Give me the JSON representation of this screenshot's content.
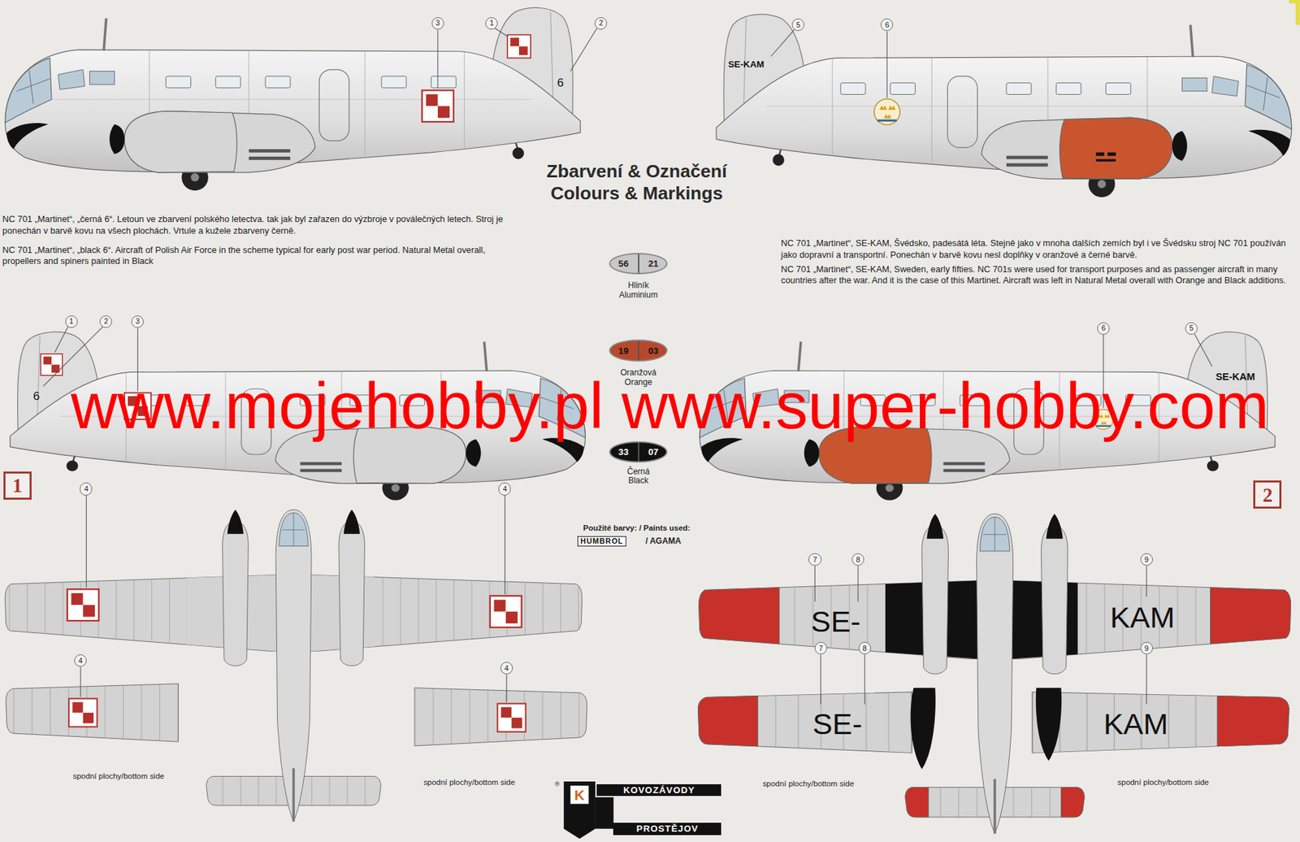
{
  "diagram": {
    "title": "Zbarvení & Označení",
    "labels": [
      "3",
      "1",
      "2",
      "5",
      "6",
      "6",
      "SE-KAM",
      "Colours & Markings",
      "NC 701 „Martinet“, „černá 6“. Letoun ve zbarvení polského letectva. tak jak byl zařazen do výzbroje v poválečných letech. Stroj je ponechán v barvě kovu na všech plochách. Vrtule a kužele zbarveny černě.",
      "NC 701 „Martinet“, „black 6“. Aircraft of Polish Air Force in the scheme typical for early post war period. Natural Metal overall, propellers and spiners painted in Black",
      "NC 701 „Martinet“, SE-KAM, Švédsko, padesátá léta. Stejně jako v mnoha dalších zemích byl i ve Švédsku stroj NC 701 používán jako dopravní a transportní. Ponechán v barvě kovu nesl doplňky v oranžové a černé barvě.",
      "NC 701 „Martinet“, SE-KAM, Sweden, early fifties. NC 701s were used for transport purposes and as passenger aircraft in many countries after the war. And it is the case of this Martinet. Aircraft was left in Natural Metal overall with Orange and Black additions.",
      "56",
      "21",
      "19",
      "03",
      "33",
      "07",
      "1",
      "2",
      "3",
      "6",
      "6",
      "5",
      "SE-KAM",
      "www.mojehobby.pl www.super-hobby.com",
      "1",
      "2",
      "Použité barvy: / Paints used:",
      "HUMBROL",
      "/ AGAMA",
      "4",
      "4",
      "4",
      "4",
      "7",
      "8",
      "9",
      "SE-",
      "KAM",
      "7",
      "8",
      "9",
      "SE-",
      "KAM",
      "spodní plochy/bottom side",
      "spodní plochy/bottom side",
      "spodní plochy/bottom side",
      "spodní plochy/bottom side",
      "®",
      "K",
      "KOVOZÁVODY",
      "PROSTĚJOV"
    ],
    "legend": [
      {
        "text": "Hliník Aluminium",
        "color": "#c8c8c8"
      },
      {
        "text": "Oranžová Orange",
        "color": "#b8482c"
      },
      {
        "text": "Černá Black",
        "color": "#111111"
      }
    ]
  }
}
